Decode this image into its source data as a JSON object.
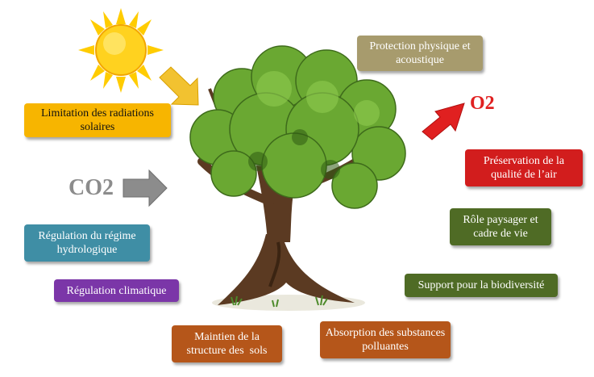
{
  "colors": {
    "radiation": "#f7b500",
    "protection": "#a79b6d",
    "o2": "#e02020",
    "air_quality": "#d21d1d",
    "co2": "#8c8c8c",
    "landscape": "#4f6b25",
    "hydro": "#3f8ea5",
    "biodiversity": "#4f6b25",
    "climate": "#7b36a8",
    "soil": "#b5561a",
    "pollutants": "#b5561a",
    "tree_foliage": "#6aa832",
    "trunk": "#5b3a22"
  },
  "labels": {
    "radiation": "Limitation des radiations solaires",
    "protection": "Protection physique et acoustique",
    "o2": "O2",
    "air_quality": "Préservation de la qualité de l’air",
    "co2": "CO2",
    "landscape": "Rôle paysager et cadre de vie",
    "hydro": "Régulation du régime hydrologique",
    "biodiversity": "Support pour la biodiversité",
    "climate": "Régulation climatique",
    "soil": "Maintien de la structure des  sols",
    "pollutants": "Absorption des substances polluantes"
  },
  "icons": {
    "sun": "sun-icon",
    "tree": "tree-illustration",
    "sun_arrow": "arrow-icon",
    "co2_arrow": "arrow-icon",
    "o2_arrow": "arrow-icon"
  }
}
